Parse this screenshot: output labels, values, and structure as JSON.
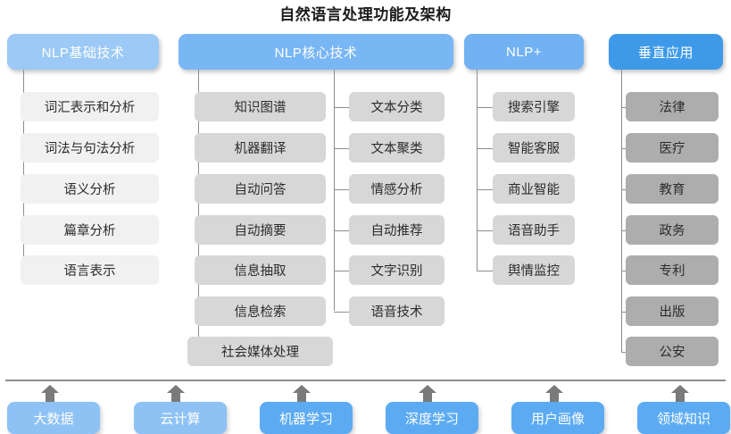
{
  "title": "自然语言处理功能及架构",
  "columns": [
    {
      "id": "nlp-basic",
      "header": "NLP基础技术",
      "header_color": "#9cc9f5",
      "groups": [
        {
          "items": [
            "词汇表示和分析",
            "词法与句法分析",
            "语义分析",
            "篇章分析",
            "语言表示"
          ]
        }
      ]
    },
    {
      "id": "nlp-core",
      "header": "NLP核心技术",
      "header_color": "#79b6f4",
      "groups": [
        {
          "items": [
            "知识图谱",
            "机器翻译",
            "自动问答",
            "自动摘要",
            "信息抽取",
            "信息检索",
            "社会媒体处理"
          ]
        },
        {
          "items": [
            "文本分类",
            "文本聚类",
            "情感分析",
            "自动推荐",
            "文字识别",
            "语音技术"
          ]
        }
      ]
    },
    {
      "id": "nlp-plus",
      "header": "NLP+",
      "header_color": "#72b2f3",
      "groups": [
        {
          "items": [
            "搜索引擎",
            "智能客服",
            "商业智能",
            "语音助手",
            "舆情监控"
          ]
        }
      ]
    },
    {
      "id": "vertical-apps",
      "header": "垂直应用",
      "header_color": "#3e9ae8",
      "groups": [
        {
          "items": [
            "法律",
            "医疗",
            "教育",
            "政务",
            "专利",
            "出版",
            "公安"
          ]
        }
      ]
    }
  ],
  "foundation": {
    "items": [
      "大数据",
      "云计算",
      "机器学习",
      "深度学习",
      "用户画像",
      "领域知识"
    ],
    "colors": [
      "#8ec2f5",
      "#8ec2f5",
      "#5cabf2",
      "#5cabf2",
      "#5cabf2",
      "#5cabf2"
    ],
    "arrow_color": "#7a7a7a"
  },
  "palette": {
    "leaf_light": "#f1f1f1",
    "leaf_gray": "#d7d7d7",
    "leaf_dark": "#adadad",
    "connector": "#8d8d8d",
    "title_color": "#1b1b1b"
  }
}
